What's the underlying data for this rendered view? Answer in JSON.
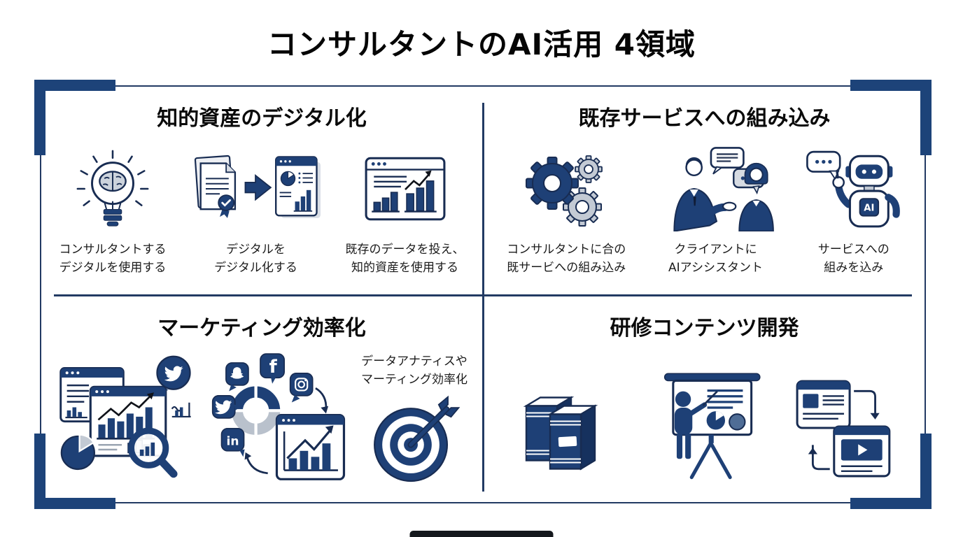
{
  "page": {
    "title": "コンサルタントのAI活用 4領域"
  },
  "palette": {
    "navy": "#1e4076",
    "outline": "#182c52",
    "gray": "#c3cad4",
    "ink": "#1b1b1b",
    "frame": "#1d4379"
  },
  "icons": {
    "ai_badge": "AI",
    "facebook_glyph": "f",
    "linkedin_glyph": "in"
  },
  "quadrants": {
    "top_left": {
      "title": "知的資産のデジタル化",
      "items": [
        {
          "icon": "bulb-brain-icon",
          "caption": {
            "line1": "コンサルタントする",
            "line2": "デジタルを使用する"
          }
        },
        {
          "icon": "documents-digitize-icon",
          "caption": {
            "line1": "デジタルを",
            "line2": "デジタル化する"
          }
        },
        {
          "icon": "data-dashboard-icon",
          "caption": {
            "line1": "既存のデータを投え、",
            "line2": "知的資産を使用する"
          }
        }
      ]
    },
    "top_right": {
      "title": "既存サービスへの組み込み",
      "items": [
        {
          "icon": "gears-icon",
          "caption": {
            "line1": "コンサルタントに合の",
            "line2": "既サービへの組み込み"
          }
        },
        {
          "icon": "consulting-conversation-icon",
          "caption": {
            "line1": "クライアントに",
            "line2": "AIアシシスタント"
          }
        },
        {
          "icon": "ai-robot-icon",
          "caption": {
            "line1": "サービスへの",
            "line2": "組みを込み"
          }
        }
      ]
    },
    "bottom_left": {
      "title": "マーケティング効率化",
      "items": [
        {
          "icon": "social-analytics-icon"
        },
        {
          "icon": "social-media-funnel-icon"
        },
        {
          "icon": "target-dart-icon",
          "caption": {
            "line1": "データアナティスや",
            "line2": "マーティング効率化"
          }
        }
      ]
    },
    "bottom_right": {
      "title": "研修コンテンツ開発",
      "items": [
        {
          "icon": "books-icon"
        },
        {
          "icon": "training-presentation-icon"
        },
        {
          "icon": "article-video-cycle-icon"
        }
      ]
    }
  }
}
